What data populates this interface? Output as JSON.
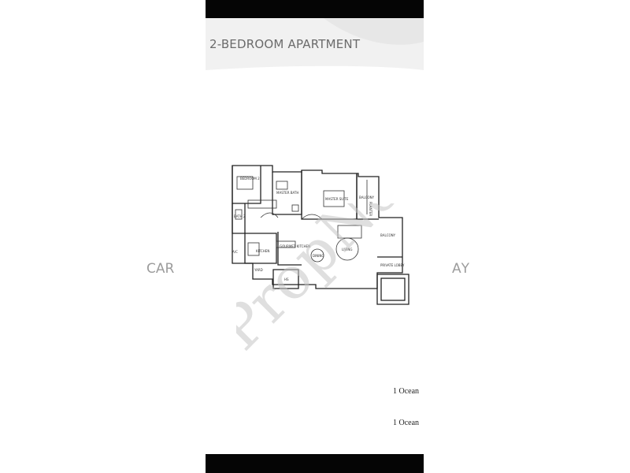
{
  "document": {
    "title": "2-BEDROOM APARTMENT",
    "captions": [
      "1 Ocean",
      "1 Ocean"
    ]
  },
  "watermark": {
    "brand_left": "C A R",
    "brand_right": "A Y",
    "brand_letters": [
      "C",
      "A",
      "R",
      "A",
      "Y"
    ],
    "script_text": "PropNex"
  },
  "floor_plan": {
    "rooms": {
      "bedroom2": "BEDROOM 2",
      "master_bath": "MASTER BATH",
      "master_suite": "MASTER SUITE",
      "balcony_top": "BALCONY",
      "planter": "PLANTER",
      "bath2": "BATH 2",
      "balcony_right": "BALCONY",
      "ac": "A/C",
      "kitchen": "KITCHEN",
      "gourmet_kitchen": "GOURMET KITCHEN",
      "dining": "DINING",
      "living": "LIVING",
      "private_lobby": "PRIVATE LOBBY",
      "yard": "YARD",
      "hs": "HS"
    }
  },
  "colors": {
    "bars": "#050505",
    "title": "#6b6b6b",
    "watermark": "#9c9c9c"
  }
}
